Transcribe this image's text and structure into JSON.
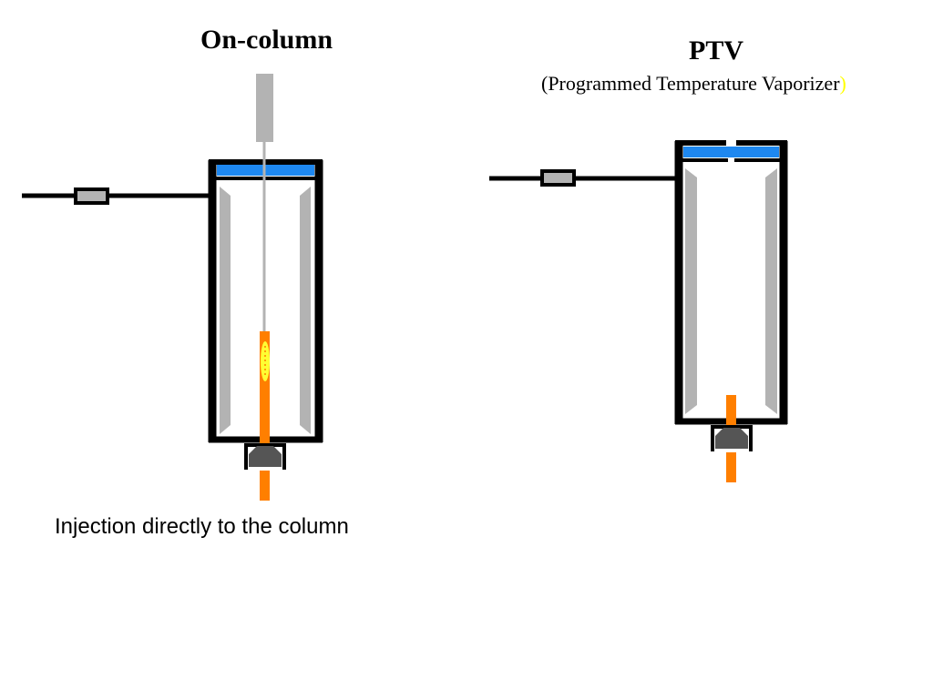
{
  "diagram": {
    "on_column": {
      "title": "On-column",
      "caption": "Injection directly to the column"
    },
    "ptv": {
      "title": "PTV",
      "subtitle_open": "(Programmed Temperature Vaporizer",
      "subtitle_close": ")"
    }
  },
  "colors": {
    "outline": "#000000",
    "septum": "#1e88f0",
    "liner": "#b3b3b3",
    "column": "#ff7f00",
    "ferrule": "#555555",
    "sample_plug": "#ffff33",
    "accent_paren": "#ffff00"
  }
}
